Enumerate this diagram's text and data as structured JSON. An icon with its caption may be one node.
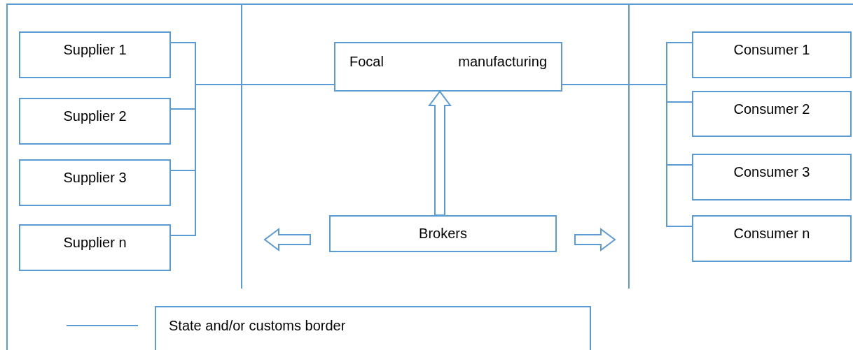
{
  "diagram": {
    "nodes": [
      {
        "text": [
          "Supplier 1"
        ]
      },
      {
        "text": [
          "Supplier 2"
        ]
      },
      {
        "text": [
          "Supplier 3"
        ]
      },
      {
        "text": [
          "Supplier n"
        ]
      },
      {
        "text": [
          "Focal manufacturing"
        ]
      },
      {
        "text": [
          "Brokers"
        ]
      },
      {
        "text": [
          "Consumer 1"
        ]
      },
      {
        "text": [
          "Consumer 2"
        ]
      },
      {
        "text": [
          "Consumer 3"
        ]
      },
      {
        "text": [
          "Consumer n"
        ]
      }
    ],
    "edges": [
      {
        "from": 0,
        "to": 4,
        "arrow": "none"
      },
      {
        "from": 1,
        "to": 4,
        "arrow": "none"
      },
      {
        "from": 2,
        "to": 4,
        "arrow": "none"
      },
      {
        "from": 3,
        "to": 4,
        "arrow": "none"
      },
      {
        "from": 4,
        "to": 6,
        "arrow": "none"
      },
      {
        "from": 4,
        "to": 7,
        "arrow": "none"
      },
      {
        "from": 4,
        "to": 8,
        "arrow": "none"
      },
      {
        "from": 4,
        "to": 9,
        "arrow": "none"
      },
      {
        "from": 5,
        "to": 4,
        "arrow": "to"
      },
      {
        "from": 5,
        "to": null,
        "arrow": "to"
      },
      {
        "from": 5,
        "to": null,
        "arrow": "to"
      }
    ],
    "legend": [
      {
        "text": "State and/or customs border"
      }
    ]
  }
}
